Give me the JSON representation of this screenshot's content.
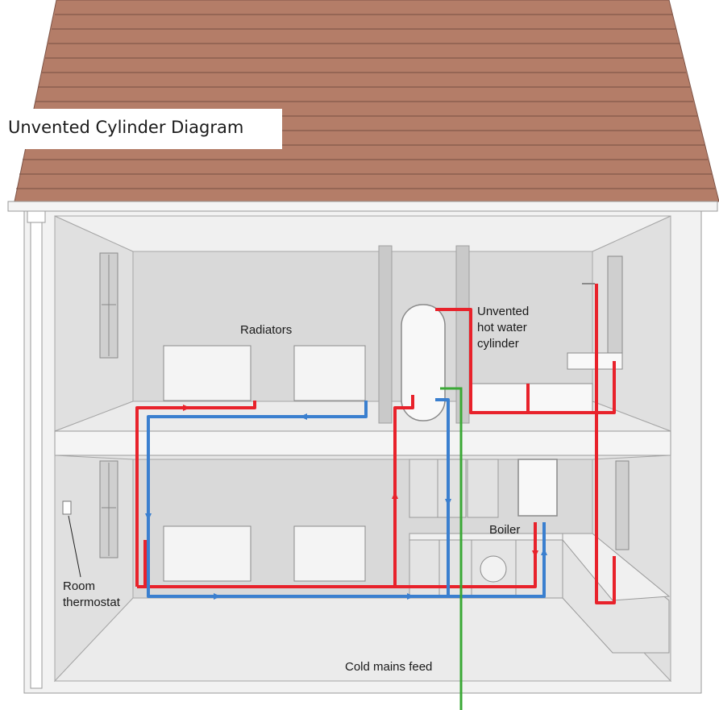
{
  "title": "Unvented Cylinder Diagram",
  "labels": {
    "radiators": "Radiators",
    "cylinder_line1": "Unvented",
    "cylinder_line2": "hot water",
    "cylinder_line3": "cylinder",
    "boiler": "Boiler",
    "thermostat_line1": "Room",
    "thermostat_line2": "thermostat",
    "cold_mains": "Cold mains feed"
  },
  "colors": {
    "roof": "#b47d68",
    "roof_line": "#7e5447",
    "hot_pipe": "#e8222b",
    "cold_pipe": "#3a7fcf",
    "mains_pipe": "#3aa835",
    "wall": "#f2f2f2",
    "room_back": "#d9d9d9",
    "floor": "#ebebeb",
    "outline": "#9a9a9a"
  }
}
